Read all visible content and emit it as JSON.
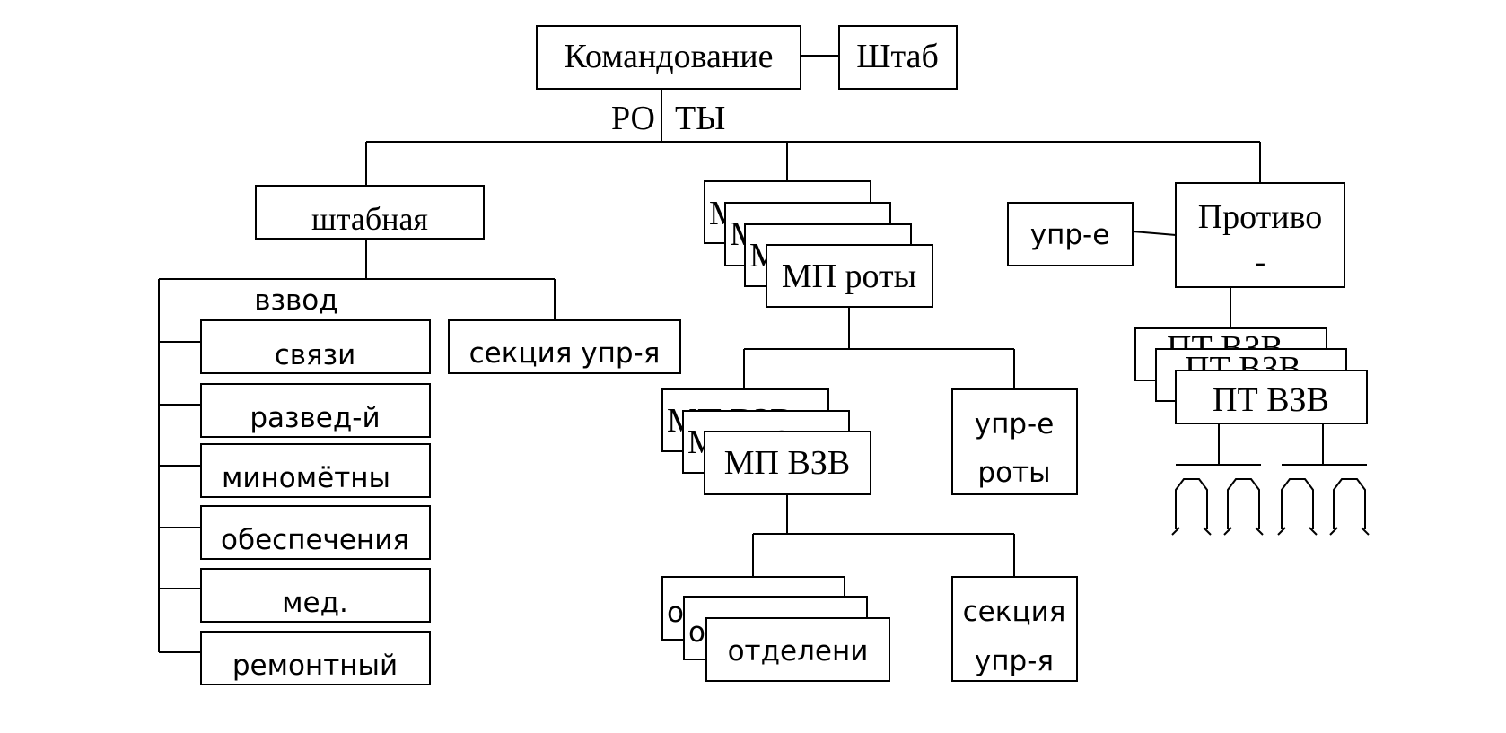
{
  "diagram": {
    "command": "Командование",
    "hq": "Штаб",
    "companies_label_left": "РО",
    "companies_label_right": "ТЫ",
    "staff_company": "штабная",
    "platoon_label": "взвод",
    "platoons": [
      "связи",
      "развед-й",
      "миномётны",
      "обеспечения",
      "мед.",
      "ремонтный"
    ],
    "control_section": "секция упр-я",
    "mp_companies": "МП роты",
    "mp_company_partial": [
      "МП",
      "МП",
      "МП"
    ],
    "company_control_line1": "упр-е",
    "company_control_line2": "роты",
    "mp_platoons": "МП ВЗВ",
    "mp_platoon_partial": [
      "МП ВЗВ",
      "МП ВЗВ"
    ],
    "squads": "отделени",
    "squad_partial": [
      "о",
      "о"
    ],
    "squad_section_line1": "секция",
    "squad_section_line2": "упр-я",
    "antitank_line1": "Противо",
    "antitank_line2": "-",
    "antitank_control": "упр-е",
    "at_platoons": "ПТ ВЗВ",
    "at_platoon_partial": [
      "ПТ ВЗВ",
      "ПТ ВЗВ"
    ]
  },
  "colors": {
    "line": "#000000",
    "box_fill": "#ffffff",
    "background": "#ffffff"
  },
  "icons": [
    "anti-tank-weapon-icon",
    "anti-tank-weapon-icon",
    "anti-tank-weapon-icon",
    "anti-tank-weapon-icon"
  ]
}
